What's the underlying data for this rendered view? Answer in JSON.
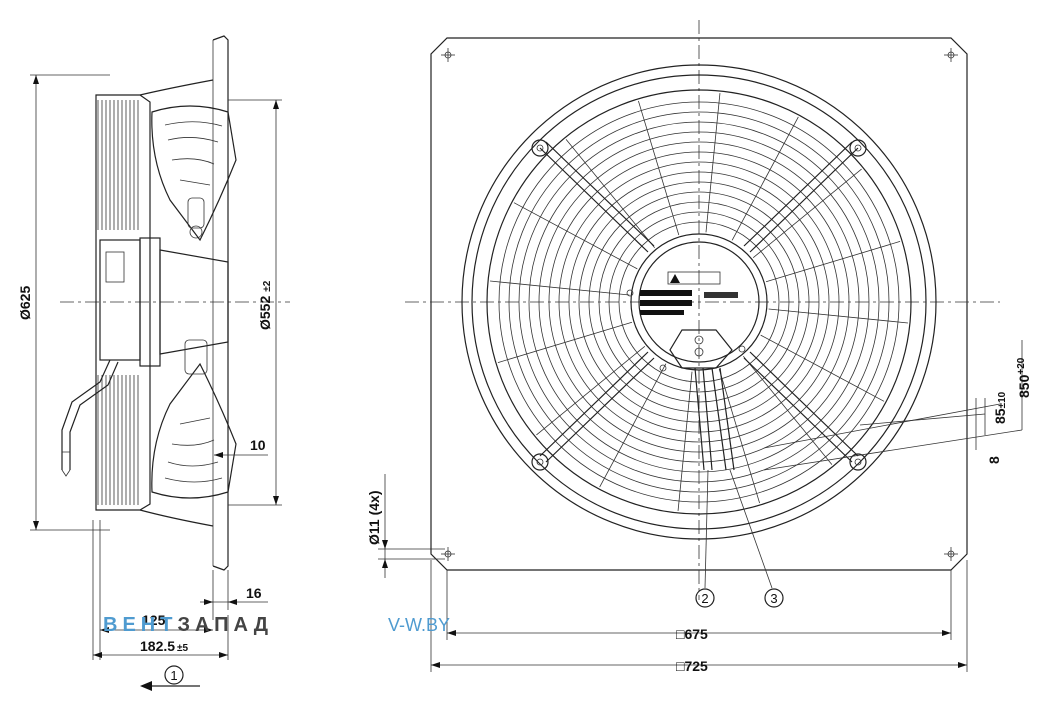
{
  "dimensions": {
    "side_diameter": "Ø625",
    "blade_diameter": "Ø552",
    "blade_tolerance": "±2",
    "dim_10": "10",
    "dim_16": "16",
    "dim_125": "125",
    "depth": "182.5",
    "depth_tolerance": "±5",
    "hole_diameter": "Ø11 (4x)",
    "inner_square": "□675",
    "outer_square": "□725",
    "cable_length": "850",
    "cable_tolerance": "+20",
    "dim_85": "85",
    "dim_85_tolerance": "±10",
    "dim_8": "8"
  },
  "callouts": {
    "c1": "1",
    "c2": "2",
    "c3": "3"
  },
  "watermark": {
    "part1": "ВЕНТ",
    "part2": "ЗАПАД",
    "site": "V-W.BY"
  },
  "colors": {
    "line": "#222222",
    "watermark_blue": "#4f9bd0",
    "watermark_gray": "#444444"
  }
}
